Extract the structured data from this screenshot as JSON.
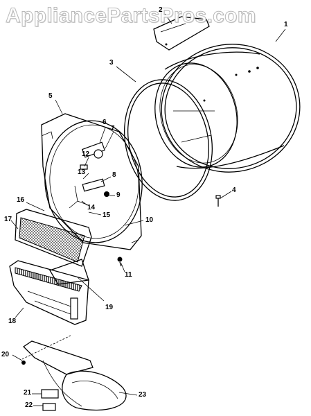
{
  "watermark": {
    "text": "AppliancePartsPros.com"
  },
  "callouts": {
    "c1": "1",
    "c2": "2",
    "c3": "3",
    "c4": "4",
    "c5": "5",
    "c6": "6",
    "c7": "7",
    "c8": "8",
    "c9": "9",
    "c10": "10",
    "c11": "11",
    "c12": "12",
    "c13": "13",
    "c14": "14",
    "c15": "15",
    "c16": "16",
    "c17": "17",
    "c18": "18",
    "c19": "19",
    "c20": "20",
    "c21": "21",
    "c22": "22",
    "c23": "23"
  },
  "colors": {
    "line": "#000000",
    "background": "#ffffff",
    "watermark_outline": "#b9b9b9"
  }
}
